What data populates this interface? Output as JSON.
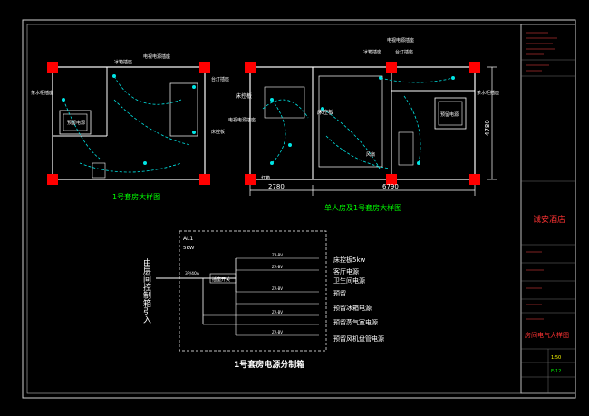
{
  "drawing": {
    "left_plan_title": "1号套房大样图",
    "mid_plan_title": "单人房及1号套房大样图",
    "panel_title": "1号套房电源分制箱",
    "dim_left": "2780",
    "dim_right": "6790",
    "dim_vertical": "4780",
    "left_labels": [
      "冰箱插座",
      "电视电源插座",
      "台灯插座",
      "床控板",
      "茶水柜插座",
      "预留电源"
    ],
    "mid_labels": [
      "冰箱插座",
      "电视电源插座",
      "台灯插座",
      "床控板",
      "床控板",
      "电视电源插座",
      "茶水柜插座",
      "预留电源",
      "灯箱",
      "风扇"
    ],
    "panel": {
      "box_id": "AL1",
      "box_power": "5KW",
      "source_label": "由层间控制箱引入",
      "main_breaker": "3P/40A",
      "sub_switch": "插座开关",
      "circuit_cable": "ZR-BV",
      "loads": [
        "床控板5kw",
        "客厅电源",
        "卫生间电源",
        "预留",
        "预留冰箱电源",
        "预留蒸气室电源",
        "预留风机盘管电源"
      ]
    }
  },
  "title_block": {
    "project_name": "诚安酒店",
    "drawing_name": "房间电气大样图",
    "scale": "1:50",
    "sheet_no": "E-12"
  },
  "colors": {
    "background": "#000000",
    "linework": "#ffffff",
    "wall": "#ffffff",
    "device": "#00e5e5",
    "title_text": "#00ff00",
    "block_red": "#ff0000",
    "annotation_yellow": "#ffff00"
  }
}
